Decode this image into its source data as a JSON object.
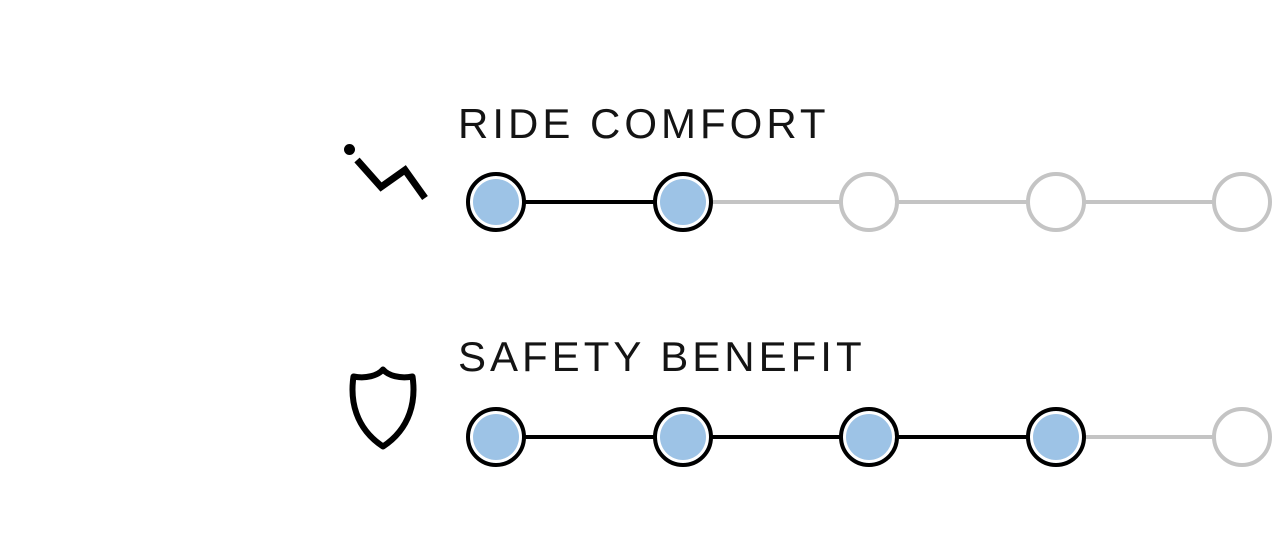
{
  "page": {
    "background": "#ffffff",
    "text_color": "#141414"
  },
  "ratings": {
    "rows": [
      {
        "id": "ride-comfort",
        "label": "RIDE COMFORT",
        "icon": "recline-seat-icon",
        "value": 2,
        "max": 5
      },
      {
        "id": "safety-benefit",
        "label": "SAFETY BENEFIT",
        "icon": "shield-icon",
        "value": 4,
        "max": 5
      }
    ],
    "colors": {
      "dot_fill": "#9DC3E6",
      "dot_ring_active": "#000000",
      "dot_ring_empty": "#C4C4C4",
      "dot_gap": "#ffffff",
      "connector_active": "#000000",
      "connector_inactive": "#C4C4C4",
      "icon_color": "#000000"
    },
    "geometry": {
      "dot_diameter": 60,
      "dot_spacing": 186.5
    }
  }
}
